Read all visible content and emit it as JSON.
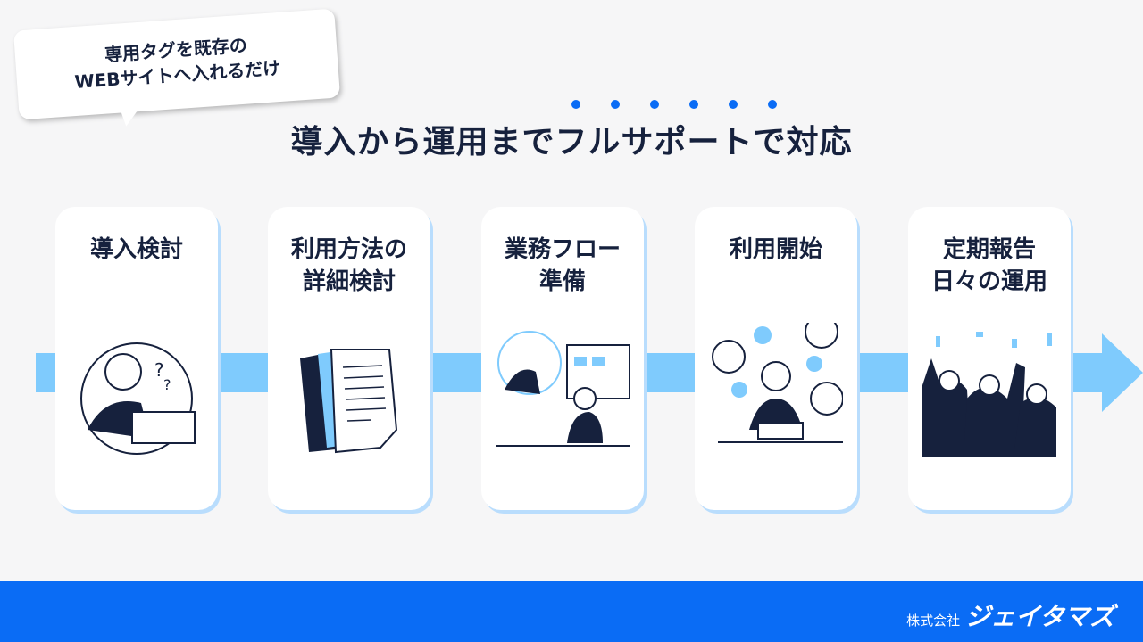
{
  "callout": {
    "line1": "専用タグを既存の",
    "line2": "WEBサイトへ入れるだけ"
  },
  "title": "導入から運用までフルサポートで対応",
  "steps": [
    {
      "label": "導入検討",
      "icon": "person-thinking-laptop-icon"
    },
    {
      "label": "利用方法の\n詳細検討",
      "icon": "documents-icon"
    },
    {
      "label": "業務フロー\n準備",
      "icon": "online-meeting-icon"
    },
    {
      "label": "利用開始",
      "icon": "support-operator-icon"
    },
    {
      "label": "定期報告\n日々の運用",
      "icon": "team-celebration-icon"
    }
  ],
  "footer": {
    "company_prefix": "株式会社",
    "company_name": "ジェイタマズ"
  },
  "colors": {
    "accent": "#0a6cf5",
    "arrow": "#7fcbfd",
    "text": "#16213d"
  }
}
